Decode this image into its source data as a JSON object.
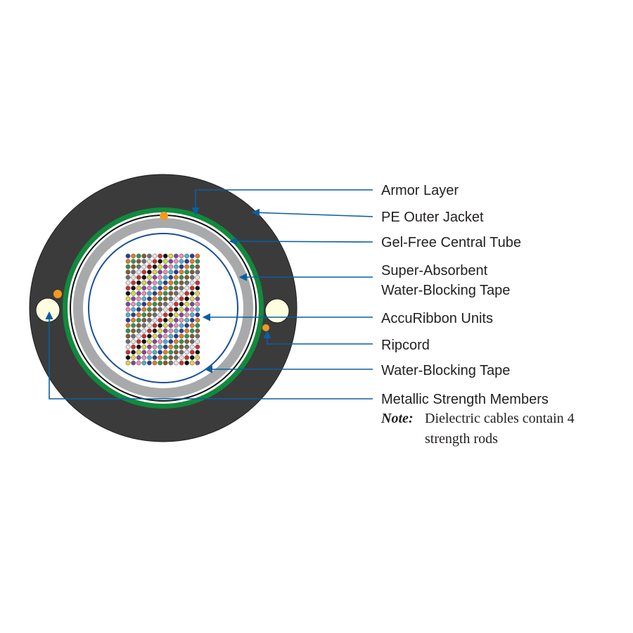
{
  "labels": {
    "armor_layer": "Armor Layer",
    "pe_outer_jacket": "PE Outer Jacket",
    "gel_free_central_tube": "Gel-Free Central Tube",
    "super_absorbent_line1": "Super-Absorbent",
    "super_absorbent_line2": "Water-Blocking Tape",
    "accuribbon_units": "AccuRibbon Units",
    "ripcord": "Ripcord",
    "water_blocking_tape": "Water-Blocking Tape",
    "metallic_strength_members": "Metallic Strength Members"
  },
  "note": {
    "key": "Note:",
    "line1": "Dielectric cables contain 4",
    "line2": "strength rods"
  },
  "colors": {
    "jacket": "#3b3b3c",
    "armor": "#118a3c",
    "tube": "#a7a9ab",
    "leader": "#0a5fa0",
    "ripcord": "#f29a1f",
    "strength_member": "#fffde0",
    "fiber_palette": [
      "#2b3f8f",
      "#e87b2a",
      "#2a9a48",
      "#8a5a34",
      "#6f6f70",
      "#e6e6e6",
      "#d32f2f",
      "#111111",
      "#e5d83a",
      "#7b4aa0",
      "#ee8fb4",
      "#47b5d1"
    ]
  }
}
